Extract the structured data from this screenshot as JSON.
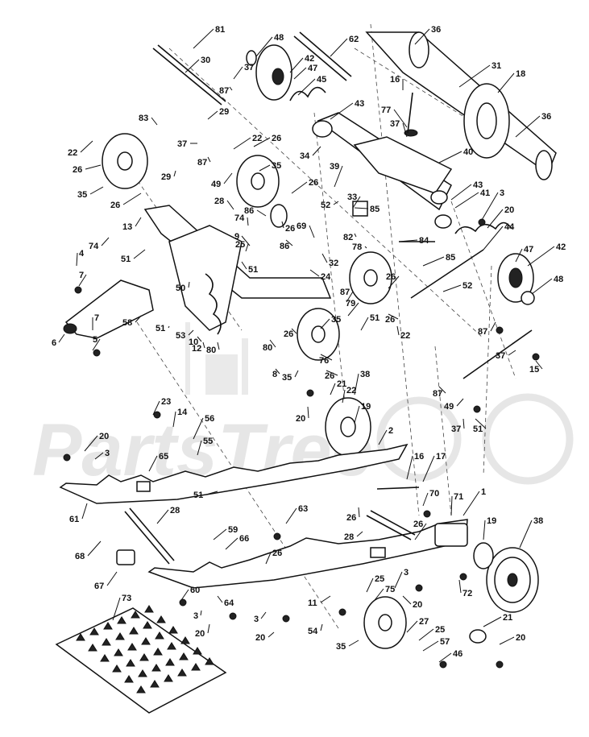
{
  "watermark": {
    "text": "PartsTree"
  },
  "callouts": [
    {
      "id": "c81",
      "label": "81"
    },
    {
      "id": "c48a",
      "label": "48"
    },
    {
      "id": "c62",
      "label": "62"
    },
    {
      "id": "c36a",
      "label": "36"
    },
    {
      "id": "c30",
      "label": "30"
    },
    {
      "id": "c37a",
      "label": "37"
    },
    {
      "id": "c42a",
      "label": "42"
    },
    {
      "id": "c47a",
      "label": "47"
    },
    {
      "id": "c45",
      "label": "45"
    },
    {
      "id": "c87a",
      "label": "87"
    },
    {
      "id": "c31",
      "label": "31"
    },
    {
      "id": "c18",
      "label": "18"
    },
    {
      "id": "c16a",
      "label": "16"
    },
    {
      "id": "c83",
      "label": "83"
    },
    {
      "id": "c29a",
      "label": "29"
    },
    {
      "id": "c43a",
      "label": "43"
    },
    {
      "id": "c77",
      "label": "77"
    },
    {
      "id": "c36b",
      "label": "36"
    },
    {
      "id": "c22a",
      "label": "22"
    },
    {
      "id": "c37b",
      "label": "37"
    },
    {
      "id": "c22b",
      "label": "22"
    },
    {
      "id": "c26a",
      "label": "26"
    },
    {
      "id": "c37c",
      "label": "37"
    },
    {
      "id": "c26b",
      "label": "26"
    },
    {
      "id": "c34",
      "label": "34"
    },
    {
      "id": "c40",
      "label": "40"
    },
    {
      "id": "c87b",
      "label": "87"
    },
    {
      "id": "c35a",
      "label": "35"
    },
    {
      "id": "c29b",
      "label": "29"
    },
    {
      "id": "c35b",
      "label": "35"
    },
    {
      "id": "c49a",
      "label": "49"
    },
    {
      "id": "c26c",
      "label": "26"
    },
    {
      "id": "c39",
      "label": "39"
    },
    {
      "id": "c43b",
      "label": "43"
    },
    {
      "id": "c26d",
      "label": "26"
    },
    {
      "id": "c33",
      "label": "33"
    },
    {
      "id": "c41",
      "label": "41"
    },
    {
      "id": "c3a",
      "label": "3"
    },
    {
      "id": "c28a",
      "label": "28"
    },
    {
      "id": "c52a",
      "label": "52"
    },
    {
      "id": "c20a",
      "label": "20"
    },
    {
      "id": "c74a",
      "label": "74"
    },
    {
      "id": "c86a",
      "label": "86"
    },
    {
      "id": "c85a",
      "label": "85"
    },
    {
      "id": "c26e",
      "label": "26"
    },
    {
      "id": "c69",
      "label": "69"
    },
    {
      "id": "c44",
      "label": "44"
    },
    {
      "id": "c13",
      "label": "13"
    },
    {
      "id": "c86b",
      "label": "86"
    },
    {
      "id": "c82",
      "label": "82"
    },
    {
      "id": "c74b",
      "label": "74"
    },
    {
      "id": "c9",
      "label": "9"
    },
    {
      "id": "c84",
      "label": "84"
    },
    {
      "id": "c78",
      "label": "78"
    },
    {
      "id": "c25a",
      "label": "25"
    },
    {
      "id": "c51a",
      "label": "51"
    },
    {
      "id": "c4",
      "label": "4"
    },
    {
      "id": "c51b",
      "label": "51"
    },
    {
      "id": "c32",
      "label": "32"
    },
    {
      "id": "c85b",
      "label": "85"
    },
    {
      "id": "c47b",
      "label": "47"
    },
    {
      "id": "c42b",
      "label": "42"
    },
    {
      "id": "c7a",
      "label": "7"
    },
    {
      "id": "c24",
      "label": "24"
    },
    {
      "id": "c48b",
      "label": "48"
    },
    {
      "id": "c50",
      "label": "50"
    },
    {
      "id": "c26f",
      "label": "26"
    },
    {
      "id": "c52b",
      "label": "52"
    },
    {
      "id": "c87c",
      "label": "87"
    },
    {
      "id": "c79",
      "label": "79"
    },
    {
      "id": "c7b",
      "label": "7"
    },
    {
      "id": "c58",
      "label": "58"
    },
    {
      "id": "c51c",
      "label": "51"
    },
    {
      "id": "c35c",
      "label": "35"
    },
    {
      "id": "c26g",
      "label": "26"
    },
    {
      "id": "c87d",
      "label": "87"
    },
    {
      "id": "c51d",
      "label": "51"
    },
    {
      "id": "c6",
      "label": "6"
    },
    {
      "id": "c53",
      "label": "53"
    },
    {
      "id": "c26h",
      "label": "26"
    },
    {
      "id": "c22c",
      "label": "22"
    },
    {
      "id": "c5",
      "label": "5"
    },
    {
      "id": "c10",
      "label": "10"
    },
    {
      "id": "c12",
      "label": "12"
    },
    {
      "id": "c80a",
      "label": "80"
    },
    {
      "id": "c80b",
      "label": "80"
    },
    {
      "id": "c37d",
      "label": "37"
    },
    {
      "id": "c15",
      "label": "15"
    },
    {
      "id": "c76",
      "label": "76"
    },
    {
      "id": "c8",
      "label": "8"
    },
    {
      "id": "c26i",
      "label": "26"
    },
    {
      "id": "c35d",
      "label": "35"
    },
    {
      "id": "c21a",
      "label": "21"
    },
    {
      "id": "c38a",
      "label": "38"
    },
    {
      "id": "c87e",
      "label": "87"
    },
    {
      "id": "c22d",
      "label": "22"
    },
    {
      "id": "c49b",
      "label": "49"
    },
    {
      "id": "c20b",
      "label": "20"
    },
    {
      "id": "c23",
      "label": "23"
    },
    {
      "id": "c14",
      "label": "14"
    },
    {
      "id": "c19a",
      "label": "19"
    },
    {
      "id": "c37e",
      "label": "37"
    },
    {
      "id": "c51e",
      "label": "51"
    },
    {
      "id": "c56",
      "label": "56"
    },
    {
      "id": "c2",
      "label": "2"
    },
    {
      "id": "c20c",
      "label": "20"
    },
    {
      "id": "c55",
      "label": "55"
    },
    {
      "id": "c3b",
      "label": "3"
    },
    {
      "id": "c65",
      "label": "65"
    },
    {
      "id": "c16b",
      "label": "16"
    },
    {
      "id": "c17",
      "label": "17"
    },
    {
      "id": "c70",
      "label": "70"
    },
    {
      "id": "c61",
      "label": "61"
    },
    {
      "id": "c1",
      "label": "1"
    },
    {
      "id": "c51f",
      "label": "51"
    },
    {
      "id": "c71",
      "label": "71"
    },
    {
      "id": "c28b",
      "label": "28"
    },
    {
      "id": "c63",
      "label": "63"
    },
    {
      "id": "c26j",
      "label": "26"
    },
    {
      "id": "c19b",
      "label": "19"
    },
    {
      "id": "c38b",
      "label": "38"
    },
    {
      "id": "c28c",
      "label": "28"
    },
    {
      "id": "c26k",
      "label": "26"
    },
    {
      "id": "c68",
      "label": "68"
    },
    {
      "id": "c59",
      "label": "59"
    },
    {
      "id": "c66",
      "label": "66"
    },
    {
      "id": "c26l",
      "label": "26"
    },
    {
      "id": "c67",
      "label": "67"
    },
    {
      "id": "c73",
      "label": "73"
    },
    {
      "id": "c25b",
      "label": "25"
    },
    {
      "id": "c3c",
      "label": "3"
    },
    {
      "id": "c72",
      "label": "72"
    },
    {
      "id": "c11",
      "label": "11"
    },
    {
      "id": "c75",
      "label": "75"
    },
    {
      "id": "c20d",
      "label": "20"
    },
    {
      "id": "c60",
      "label": "60"
    },
    {
      "id": "c64",
      "label": "64"
    },
    {
      "id": "c3d",
      "label": "3"
    },
    {
      "id": "c3e",
      "label": "3"
    },
    {
      "id": "c21b",
      "label": "21"
    },
    {
      "id": "c20e",
      "label": "20"
    },
    {
      "id": "c54",
      "label": "54"
    },
    {
      "id": "c27",
      "label": "27"
    },
    {
      "id": "c20f",
      "label": "20"
    },
    {
      "id": "c20g",
      "label": "20"
    },
    {
      "id": "c25c",
      "label": "25"
    },
    {
      "id": "c35e",
      "label": "35"
    },
    {
      "id": "c57",
      "label": "57"
    },
    {
      "id": "c46",
      "label": "46"
    }
  ]
}
